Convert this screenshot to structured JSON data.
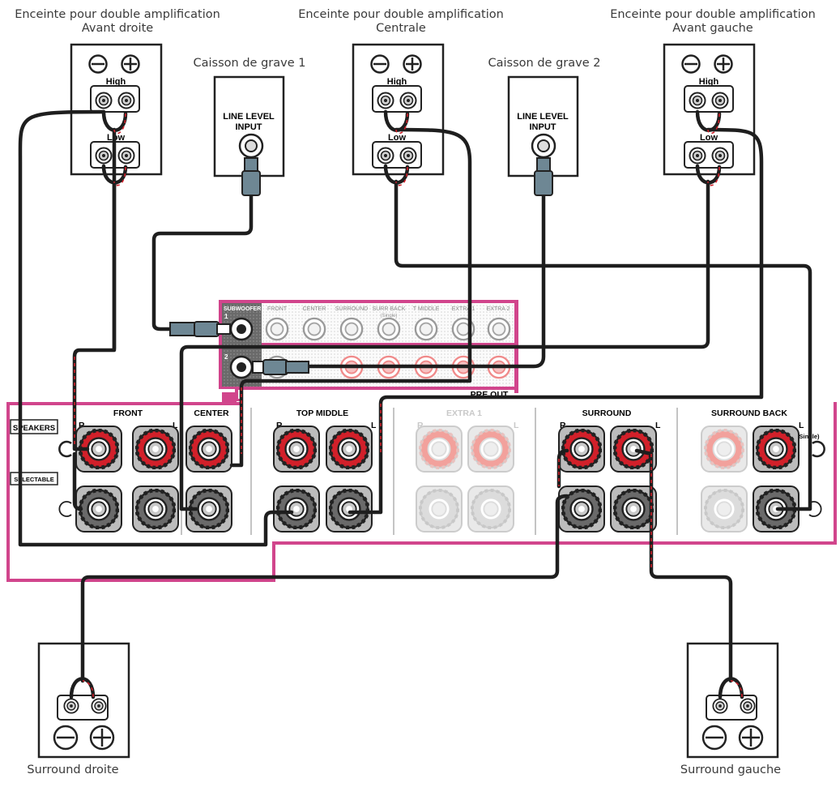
{
  "speakers": {
    "front_right": {
      "title": "Enceinte pour double amplification",
      "subtitle": "Avant droite"
    },
    "center": {
      "title": "Enceinte pour double amplification",
      "subtitle": "Centrale"
    },
    "front_left": {
      "title": "Enceinte pour double amplification",
      "subtitle": "Avant gauche"
    },
    "surround_right": {
      "label": "Surround droite"
    },
    "surround_left": {
      "label": "Surround gauche"
    }
  },
  "subwoofers": {
    "sub1": {
      "label": "Caisson de grave 1",
      "input": [
        "LINE LEVEL",
        "INPUT"
      ]
    },
    "sub2": {
      "label": "Caisson de grave 2",
      "input": [
        "LINE LEVEL",
        "INPUT"
      ]
    }
  },
  "terminals": {
    "high": "High",
    "low": "Low"
  },
  "preout": {
    "labels": [
      "SUBWOOFER",
      "FRONT",
      "CENTER",
      "SURROUND",
      "SURR BACK",
      "T MIDDLE",
      "EXTRA 1",
      "EXTRA 2"
    ],
    "single": "(Single)",
    "row1": "1",
    "row2": "2",
    "title": "PRE OUT"
  },
  "receiver": {
    "speakers_label": "SPEAKERS",
    "selectable_label": "SELECTABLE",
    "groups": [
      "FRONT",
      "CENTER",
      "TOP MIDDLE",
      "EXTRA 1",
      "SURROUND",
      "SURROUND BACK"
    ],
    "r": "R",
    "l": "L",
    "single": "(Single)"
  },
  "colors": {
    "accent": "#d1458c",
    "red_post": "#d2202a",
    "cable": "#1e1e1e",
    "rca": "#6e8794"
  }
}
